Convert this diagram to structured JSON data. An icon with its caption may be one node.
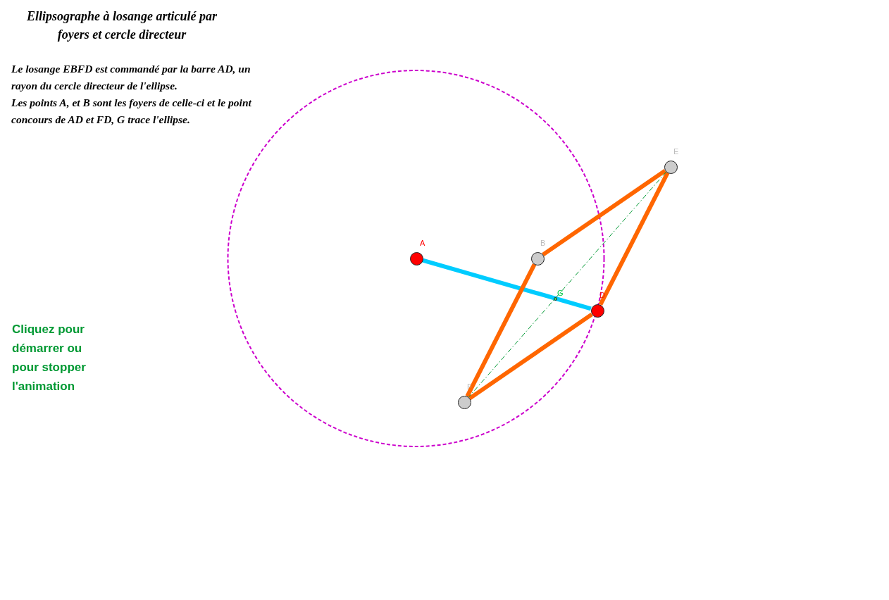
{
  "diagram": {
    "title": "Ellipsographe à losange articulé par foyers et cercle directeur",
    "nodes": [
      {
        "text": [
          "A"
        ]
      },
      {
        "text": [
          "B"
        ]
      },
      {
        "text": [
          "D"
        ]
      },
      {
        "text": [
          "E"
        ]
      },
      {
        "text": [
          "F"
        ]
      },
      {
        "text": [
          "G"
        ]
      }
    ],
    "edges": [
      {
        "from": 0,
        "to": 2,
        "arrow": "none",
        "color": "#00ccff"
      },
      {
        "from": 3,
        "to": 1,
        "arrow": "none"
      },
      {
        "from": 1,
        "to": 4,
        "arrow": "none"
      },
      {
        "from": 4,
        "to": 2,
        "arrow": "none"
      },
      {
        "from": 2,
        "to": 3,
        "arrow": "none"
      },
      {
        "from": 3,
        "to": 4,
        "arrow": "none",
        "style": "dashed",
        "color": "#009933"
      }
    ],
    "labels": [
      "Le losange EBFD est commandé par la barre AD, un rayon du cercle directeur de l'ellipse.",
      "Les points A, et B sont les foyers de celle-ci et le point concours de AD et FD, G trace l'ellipse.",
      "Cliquez pour démarrer ou pour stopper l'animation"
    ]
  }
}
